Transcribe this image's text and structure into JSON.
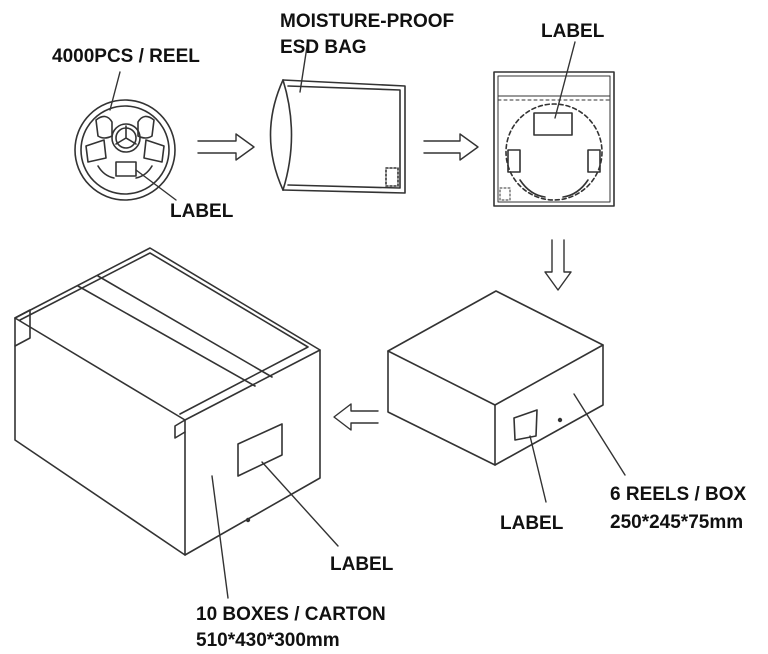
{
  "colors": {
    "line": "#333333",
    "text": "#111111",
    "background": "#ffffff",
    "fill": "#ffffff"
  },
  "steps": {
    "reel": {
      "quantity": "4000PCS / REEL",
      "label": "LABEL"
    },
    "bag": {
      "line1": "MOISTURE-PROOF",
      "line2": "ESD BAG"
    },
    "sealed_bag": {
      "label": "LABEL"
    },
    "box": {
      "quantity": "6 REELS / BOX",
      "dimensions": "250*245*75mm",
      "label": "LABEL"
    },
    "carton": {
      "quantity": "10 BOXES / CARTON",
      "dimensions": "510*430*300mm",
      "label": "LABEL"
    }
  }
}
